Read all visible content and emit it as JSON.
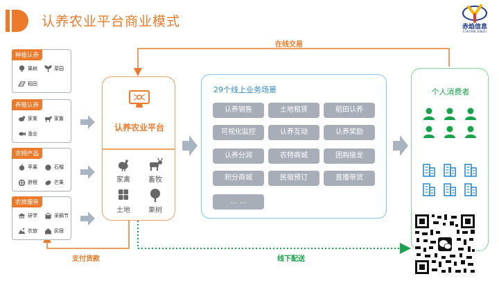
{
  "header": {
    "title": "认养农业平台商业模式"
  },
  "logo": {
    "name_cn": "赤焰信息",
    "name_en": "CHIYAN XINXI"
  },
  "colors": {
    "accent": "#ec7a2a",
    "blue": "#2b8bd4",
    "green": "#16a34a",
    "tag_gray": "#a8aeb8"
  },
  "categories": [
    {
      "title": "种植认养",
      "items": [
        "果树",
        "菜园",
        "稻田"
      ]
    },
    {
      "title": "养殖认养",
      "items": [
        "家禽",
        "家畜",
        "渔业"
      ]
    },
    {
      "title": "农特产品",
      "items": [
        "苹果",
        "石榴",
        "脐橙",
        "芒果"
      ]
    },
    {
      "title": "农旅服务",
      "items": [
        "研学",
        "采摘节",
        "农旅",
        "民宿"
      ]
    }
  ],
  "platform": {
    "title": "认养农业平台",
    "items": [
      "家禽",
      "畜牧",
      "土地",
      "果树"
    ]
  },
  "scenes": {
    "title": "29个线上业务场景",
    "tags": [
      "认养销售",
      "土地租赁",
      "稻田认养",
      "可视化监控",
      "认养互动",
      "认养奖励",
      "认养分润",
      "农特商城",
      "团购接龙",
      "积分商城",
      "民宿预订",
      "直播带货",
      "... ..."
    ]
  },
  "consumer": {
    "title": "个人消费者"
  },
  "flows": {
    "online": "在线交易",
    "payment": "支付货款",
    "offline": "线下配送"
  }
}
